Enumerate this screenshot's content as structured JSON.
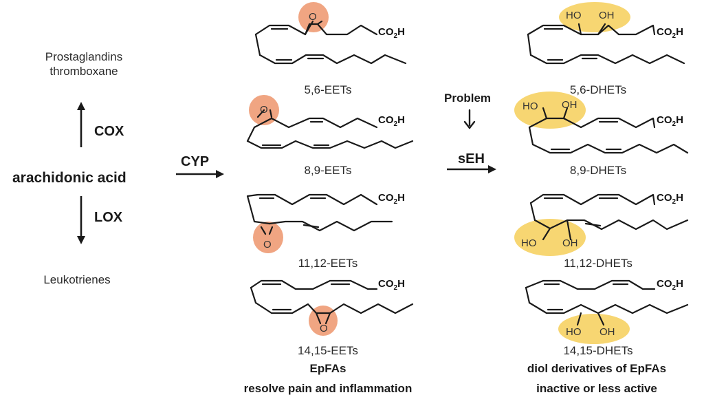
{
  "pathway": {
    "substrate": "arachidonic acid",
    "cox": {
      "enzyme": "COX",
      "products": [
        "Prostaglandins",
        "thromboxane"
      ]
    },
    "lox": {
      "enzyme": "LOX",
      "product": "Leukotrienes"
    },
    "cyp": {
      "enzyme": "CYP"
    },
    "seh": {
      "enzyme": "sEH",
      "problem": "Problem"
    }
  },
  "eets": {
    "items": [
      "5,6-EETs",
      "8,9-EETs",
      "11,12-EETs",
      "14,15-EETs"
    ],
    "caption_line1": "EpFAs",
    "caption_line2": "resolve pain and inflammation"
  },
  "dhets": {
    "items": [
      "5,6-DHETs",
      "8,9-DHETs",
      "11,12-DHETs",
      "14,15-DHETs"
    ],
    "caption_line1": "diol derivatives of EpFAs",
    "caption_line2": "inactive or less active"
  },
  "atoms": {
    "epoxide_o": "O",
    "hydroxyl": "HO",
    "hydroxyl_r": "OH",
    "acid": "CO",
    "acid_sub": "2",
    "acid_h": "H"
  },
  "colors": {
    "epoxide_highlight": "#f0a582",
    "diol_highlight": "#f7d672",
    "bond": "#1a1a1a"
  }
}
